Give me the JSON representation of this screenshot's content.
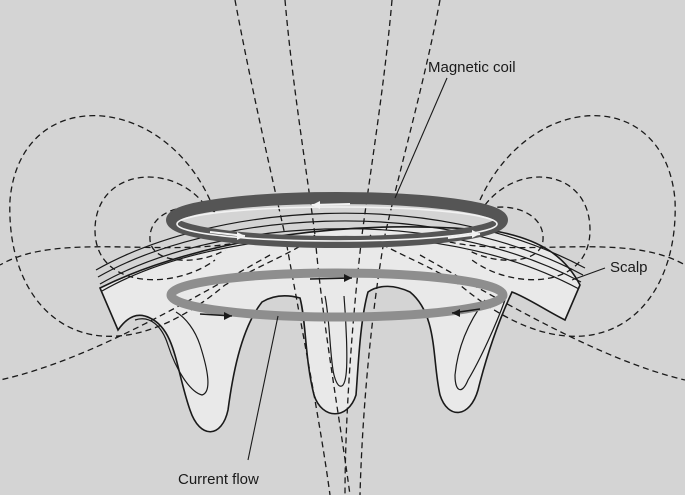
{
  "labels": {
    "coil": "Magnetic coil",
    "scalp": "Scalp",
    "current": "Current flow"
  },
  "colors": {
    "background": "#d4d4d4",
    "coil": "#555555",
    "coil_highlight": "#f2f2f2",
    "induced_loop": "#8e8e8e",
    "tissue": "#e9e9e9",
    "line": "#1a1a1a"
  }
}
